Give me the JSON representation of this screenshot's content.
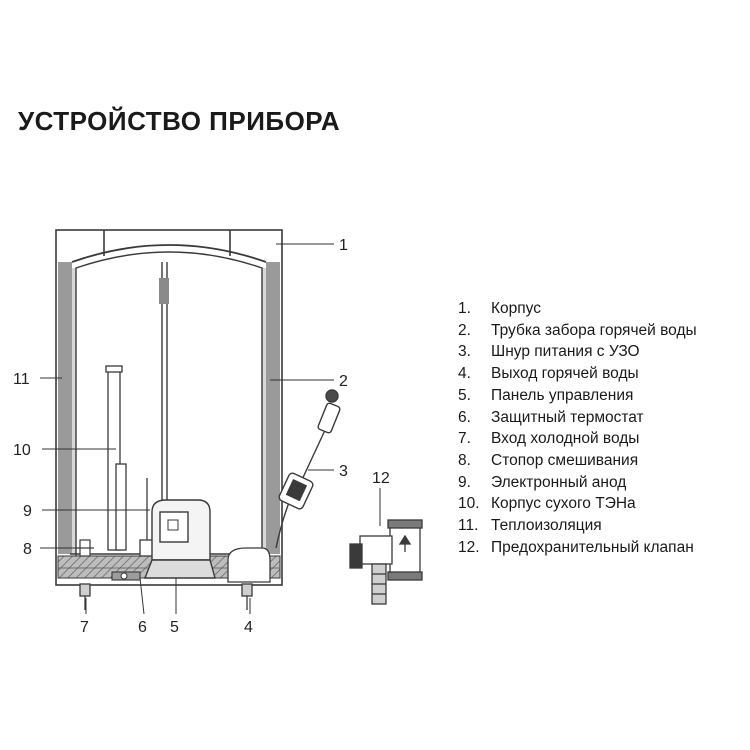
{
  "title": "УСТРОЙСТВО ПРИБОРА",
  "callouts": {
    "c1": "1",
    "c2": "2",
    "c3": "3",
    "c4": "4",
    "c5": "5",
    "c6": "6",
    "c7": "7",
    "c8": "8",
    "c9": "9",
    "c10": "10",
    "c11": "11",
    "c12": "12"
  },
  "legend": [
    {
      "num": "1.",
      "label": "Корпус"
    },
    {
      "num": "2.",
      "label": "Трубка забора горячей воды"
    },
    {
      "num": "3.",
      "label": "Шнур питания с УЗО"
    },
    {
      "num": "4.",
      "label": "Выход горячей воды"
    },
    {
      "num": "5.",
      "label": "Панель управления"
    },
    {
      "num": "6.",
      "label": "Защитный термостат"
    },
    {
      "num": "7.",
      "label": "Вход холодной воды"
    },
    {
      "num": "8.",
      "label": "Стопор смешивания"
    },
    {
      "num": "9.",
      "label": "Электронный анод"
    },
    {
      "num": "10.",
      "label": "Корпус сухого ТЭНа"
    },
    {
      "num": "11.",
      "label": "Теплоизоляция"
    },
    {
      "num": "12.",
      "label": "Предохранительный клапан"
    }
  ],
  "colors": {
    "line": "#3a3a3a",
    "insulation": "#9a9a9a",
    "insulation_light": "#d8d8d8",
    "base": "#8e8e8e"
  }
}
